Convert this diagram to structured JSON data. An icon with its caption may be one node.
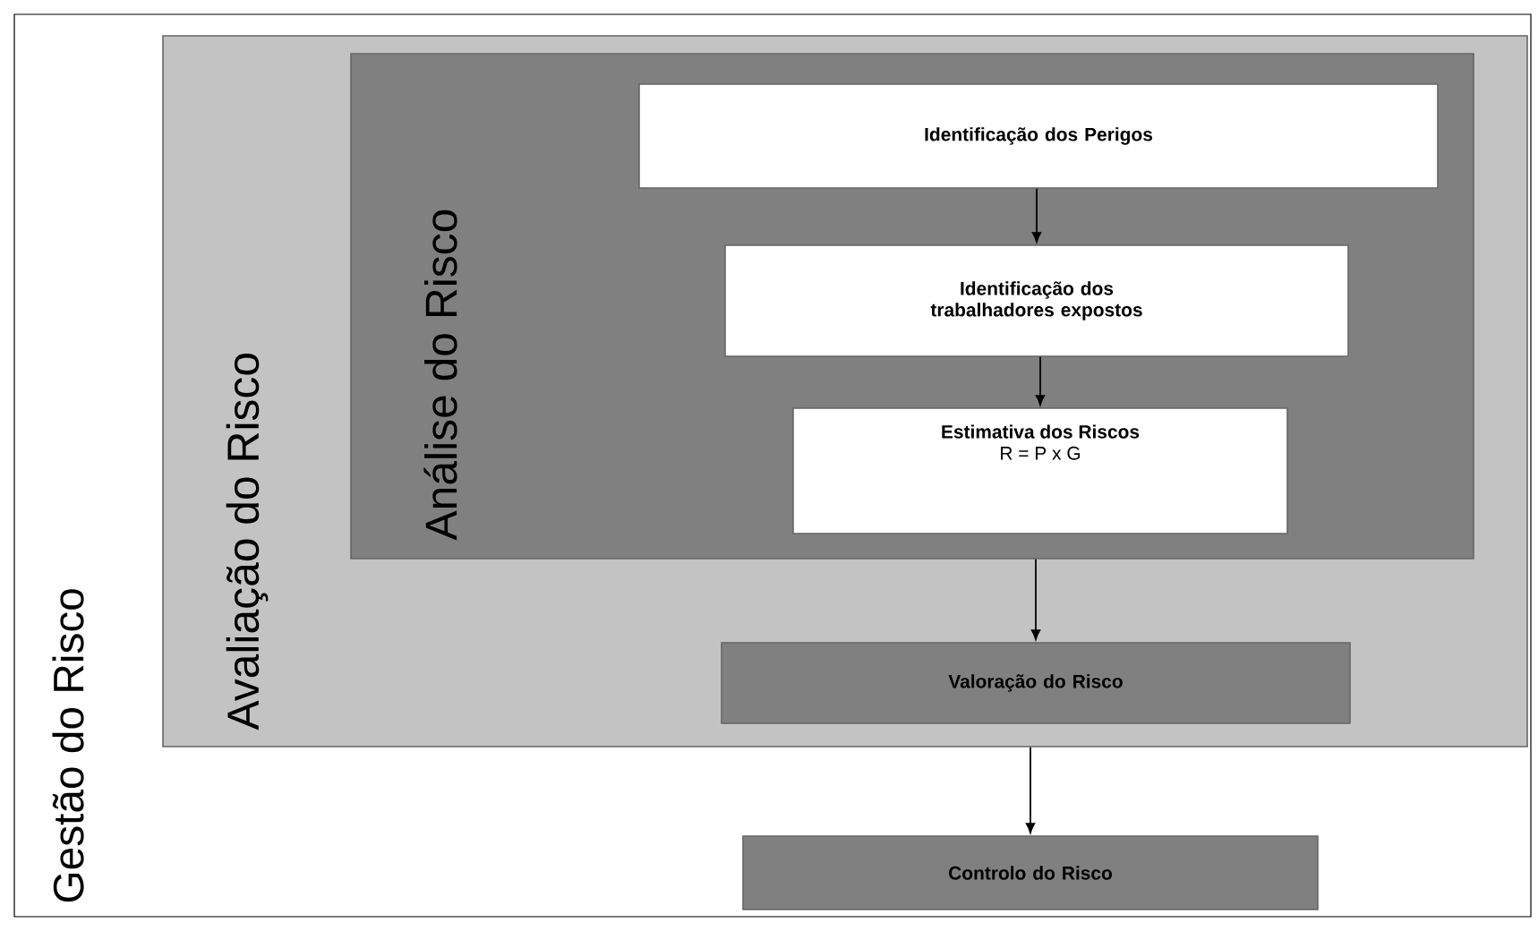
{
  "diagram": {
    "nodes": [
      {
        "text": [
          "Gestão do Risco"
        ]
      },
      {
        "text": [
          "Avaliação do Risco"
        ],
        "in": 0
      },
      {
        "text": [
          "Análise do Risco"
        ],
        "in": 1
      },
      {
        "text": [
          "Identificação dos Perigos"
        ],
        "in": 2
      },
      {
        "text": [
          "Identificação dos trabalhadores expostos"
        ],
        "in": 2
      },
      {
        "text": [
          "Estimativa dos Riscos",
          "R = P x G"
        ],
        "in": 2
      },
      {
        "text": [
          "Valoração do Risco"
        ],
        "in": 1
      },
      {
        "text": [
          "Controlo do Risco"
        ],
        "in": 0
      }
    ],
    "edges": [
      {
        "from": 3,
        "to": 4,
        "arrow": "to"
      },
      {
        "from": 4,
        "to": 5,
        "arrow": "to"
      },
      {
        "from": 2,
        "to": 6,
        "arrow": "to"
      },
      {
        "from": 1,
        "to": 7,
        "arrow": "to"
      }
    ]
  }
}
